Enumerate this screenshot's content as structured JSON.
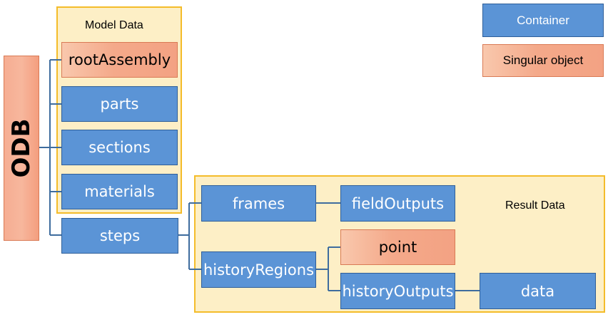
{
  "nodes": {
    "odb": "ODB",
    "root_assembly": "rootAssembly",
    "parts": "parts",
    "sections": "sections",
    "materials": "materials",
    "steps": "steps",
    "frames": "frames",
    "field_outputs": "fieldOutputs",
    "history_regions": "historyRegions",
    "point": "point",
    "history_outputs": "historyOutputs",
    "data": "data"
  },
  "regions": {
    "model_data": "Model Data",
    "result_data": "Result Data"
  },
  "legend": {
    "container": "Container",
    "singular": "Singular object"
  },
  "colors": {
    "container_fill": "#5b94d6",
    "singular_fill": "#f4a98a",
    "region_fill": "#fdefc6",
    "region_border": "#f4bc2a",
    "connector": "#3e6c9e"
  }
}
